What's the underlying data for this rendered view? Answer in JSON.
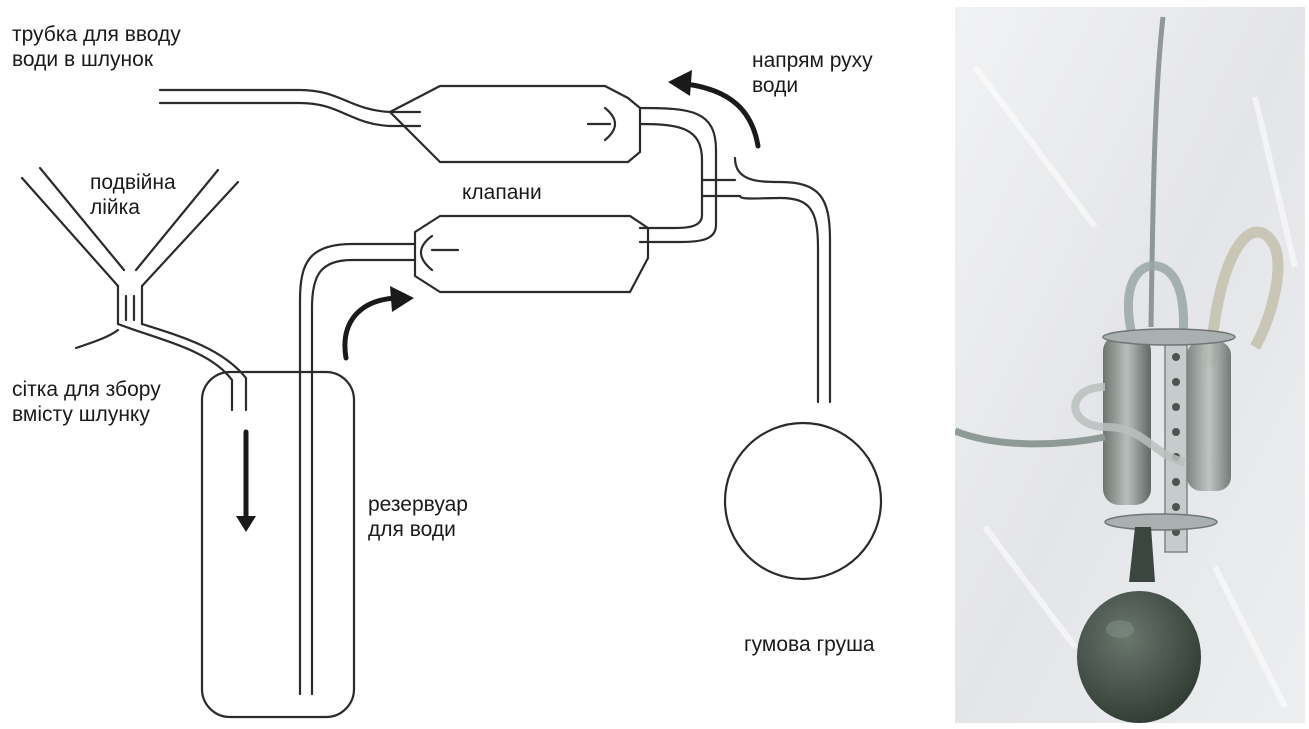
{
  "labels": {
    "inlet_tube": [
      "трубка для вводу",
      "води в шлунок"
    ],
    "water_direction": [
      "напрям руху",
      "води"
    ],
    "double_funnel": [
      "подвійна",
      "лійка"
    ],
    "valves": "клапани",
    "collection_mesh": [
      "сітка для збору",
      "вмісту шлунку"
    ],
    "reservoir": [
      "резервуар",
      "для води"
    ],
    "rubber_bulb": "гумова груша"
  },
  "colors": {
    "line": "#2b2b2b",
    "photo_background": "#e9eaec",
    "bulb": "#3f4b43",
    "tube": "#9aa7a3"
  }
}
